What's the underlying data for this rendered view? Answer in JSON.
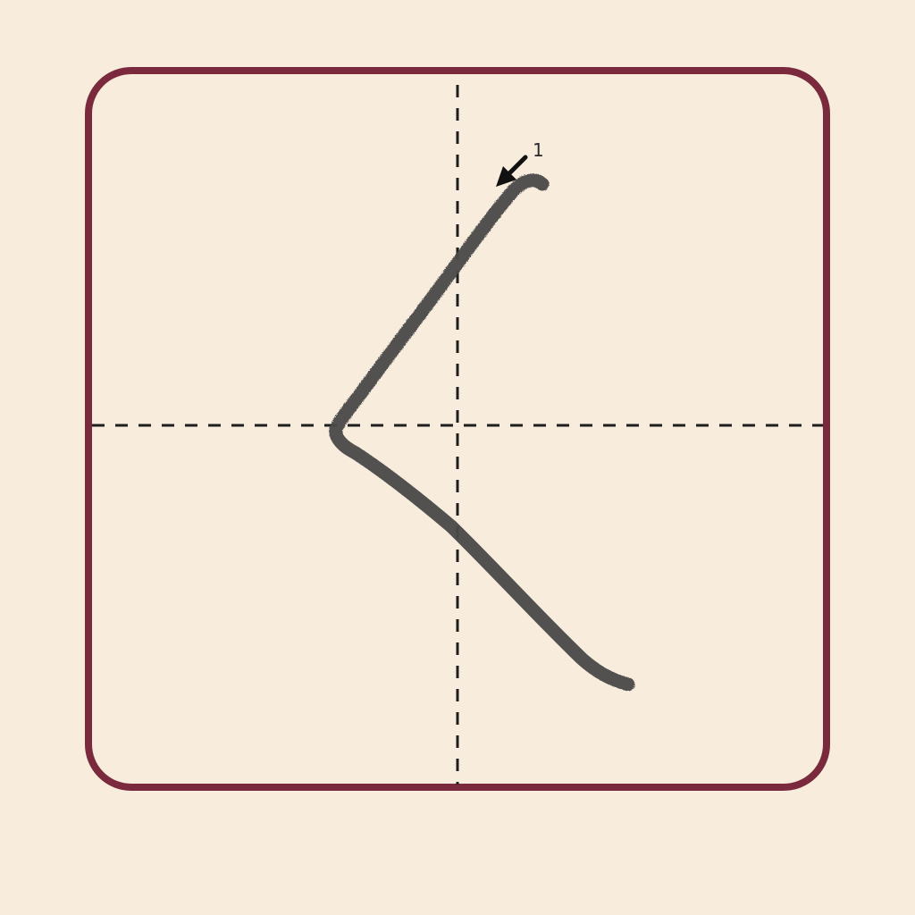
{
  "colors": {
    "background": "#f8ecdd",
    "frame": "#7a2a3c",
    "guide": "#1e1e1e",
    "ink": "#4a4a48",
    "arrow": "#111111"
  },
  "guides": {
    "vertical_center": "dashed",
    "horizontal_center": "dashed"
  },
  "strokes": [
    {
      "order_label": "1",
      "direction_icon": "arrow-down-left-icon",
      "shape": "angle-bracket-left"
    }
  ]
}
